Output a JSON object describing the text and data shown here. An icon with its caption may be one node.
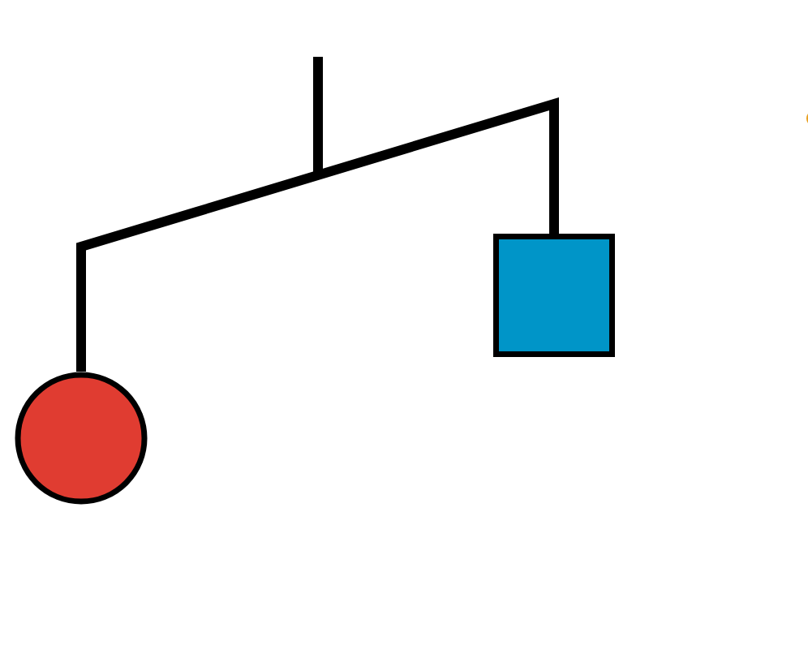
{
  "diagram": {
    "nodes": [
      {
        "text": [],
        "shape": "circle"
      },
      {
        "text": [],
        "shape": "box"
      }
    ],
    "edges": [
      {
        "from": 0,
        "to": 1,
        "arrow": "none"
      }
    ]
  }
}
